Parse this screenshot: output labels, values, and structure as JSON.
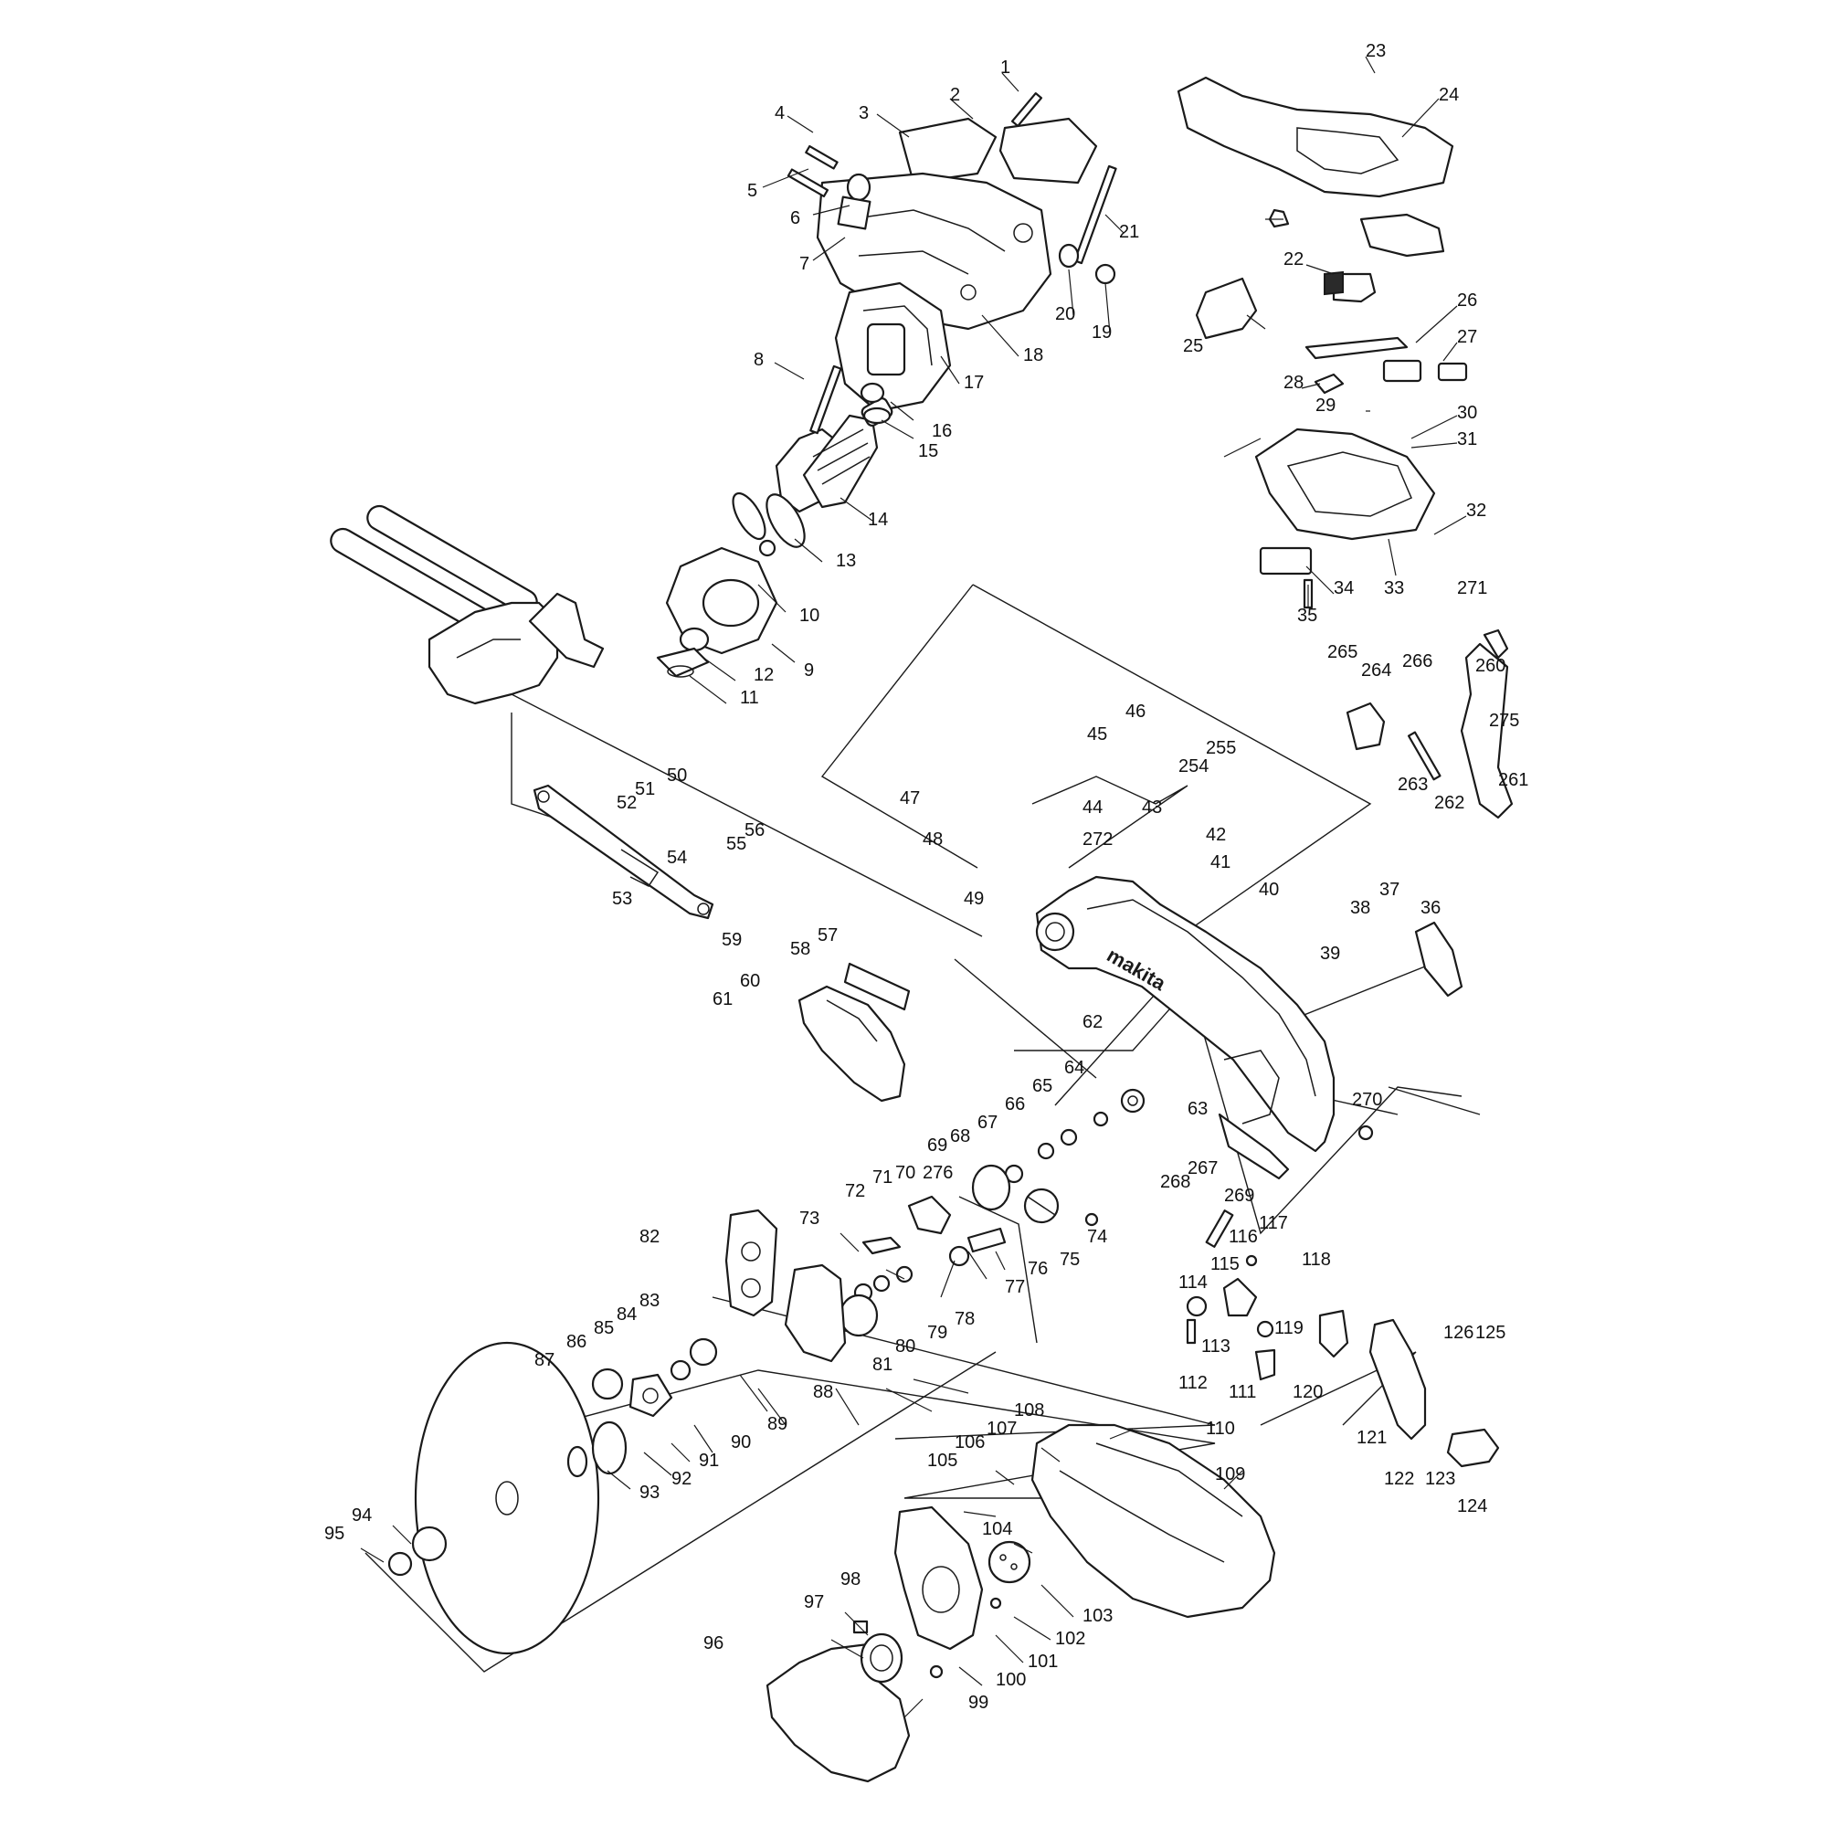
{
  "diagram": {
    "brand_text": "makita",
    "labels": [
      "1",
      "2",
      "3",
      "4",
      "5",
      "6",
      "7",
      "8",
      "9",
      "10",
      "11",
      "12",
      "13",
      "14",
      "15",
      "16",
      "17",
      "18",
      "19",
      "20",
      "21",
      "22",
      "23",
      "24",
      "25",
      "26",
      "27",
      "28",
      "29",
      "30",
      "31",
      "32",
      "33",
      "34",
      "35",
      "36",
      "37",
      "38",
      "39",
      "40",
      "41",
      "42",
      "43",
      "44",
      "45",
      "46",
      "47",
      "48",
      "49",
      "50",
      "51",
      "52",
      "53",
      "54",
      "55",
      "56",
      "57",
      "58",
      "59",
      "60",
      "61",
      "62",
      "63",
      "64",
      "65",
      "66",
      "67",
      "68",
      "69",
      "70",
      "71",
      "72",
      "73",
      "74",
      "75",
      "76",
      "77",
      "78",
      "79",
      "80",
      "81",
      "82",
      "83",
      "84",
      "85",
      "86",
      "87",
      "88",
      "89",
      "90",
      "91",
      "92",
      "93",
      "94",
      "95",
      "96",
      "97",
      "98",
      "99",
      "100",
      "101",
      "102",
      "103",
      "104",
      "105",
      "106",
      "107",
      "108",
      "109",
      "110",
      "111",
      "112",
      "113",
      "114",
      "115",
      "116",
      "117",
      "118",
      "119",
      "120",
      "121",
      "122",
      "123",
      "124",
      "125",
      "126",
      "254",
      "255",
      "260",
      "261",
      "262",
      "263",
      "264",
      "265",
      "266",
      "267",
      "268",
      "269",
      "270",
      "271",
      "272",
      "275",
      "276"
    ]
  }
}
